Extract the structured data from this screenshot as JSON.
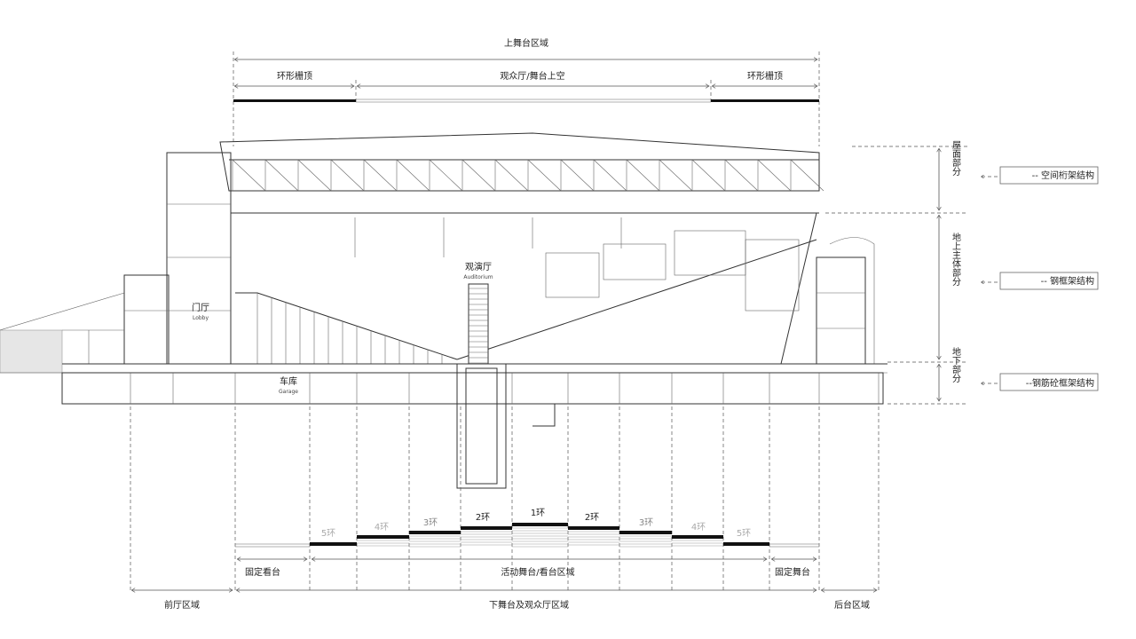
{
  "top_dimensions": {
    "upper_stage_zone": "上舞台区域",
    "ring_grid_left": "环形栅顶",
    "auditorium_stage_air": "观众厅/舞台上空",
    "ring_grid_right": "环形栅顶"
  },
  "rooms": {
    "auditorium_cn": "观演厅",
    "auditorium_en": "Auditorium",
    "lobby_cn": "门厅",
    "lobby_en": "Lobby",
    "garage_cn": "车库",
    "garage_en": "Garage"
  },
  "levels": {
    "roof": "屋面部分",
    "above_ground": "地上主体部分",
    "underground": "地下部分"
  },
  "structure_labels": {
    "roof": "-- 空间桁架结构",
    "above_ground": "-- 钢框架结构",
    "underground": "--钢筋砼框架结构"
  },
  "rings": [
    "5环",
    "4环",
    "3环",
    "2环",
    "1环",
    "2环",
    "3环",
    "4环",
    "5环"
  ],
  "bottom_dimensions": {
    "fixed_seating": "固定看台",
    "movable_zone": "活动舞台/看台区域",
    "fixed_stage": "固定舞台",
    "front_hall_zone": "前厅区域",
    "lower_stage_zone": "下舞台及观众厅区域",
    "backstage_zone": "后台区域"
  }
}
